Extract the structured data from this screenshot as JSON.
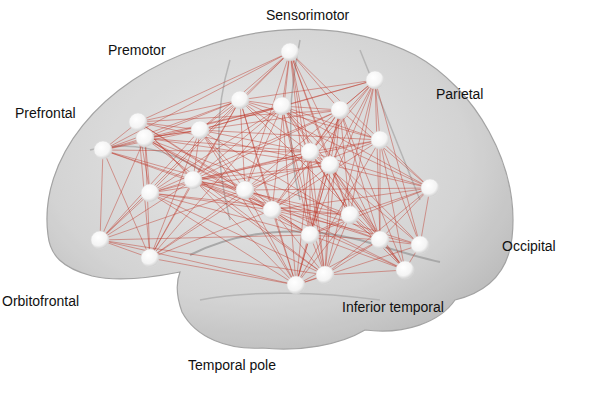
{
  "diagram": {
    "labels": [
      "Sensorimotor",
      "Premotor",
      "Prefrontal",
      "Parietal",
      "Orbitofrontal",
      "Occipital",
      "Inferior temporal",
      "Temporal pole"
    ]
  }
}
